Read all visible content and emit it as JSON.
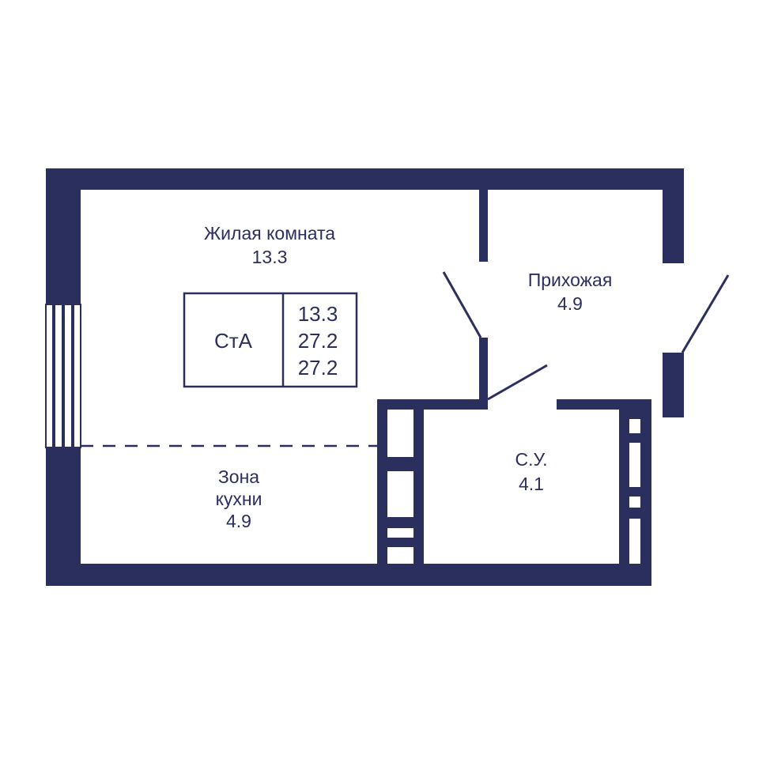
{
  "colors": {
    "wall": "#2b2f5e",
    "background": "#ffffff"
  },
  "rooms": {
    "living": {
      "name": "Жилая комната",
      "area": "13.3"
    },
    "hall": {
      "name": "Прихожая",
      "area": "4.9"
    },
    "kitchen": {
      "name_line1": "Зона",
      "name_line2": "кухни",
      "area": "4.9"
    },
    "bathroom": {
      "name": "С.У.",
      "area": "4.1"
    }
  },
  "summary": {
    "type": "СтА",
    "living_area": "13.3",
    "total_area": "27.2",
    "total_area_2": "27.2"
  }
}
